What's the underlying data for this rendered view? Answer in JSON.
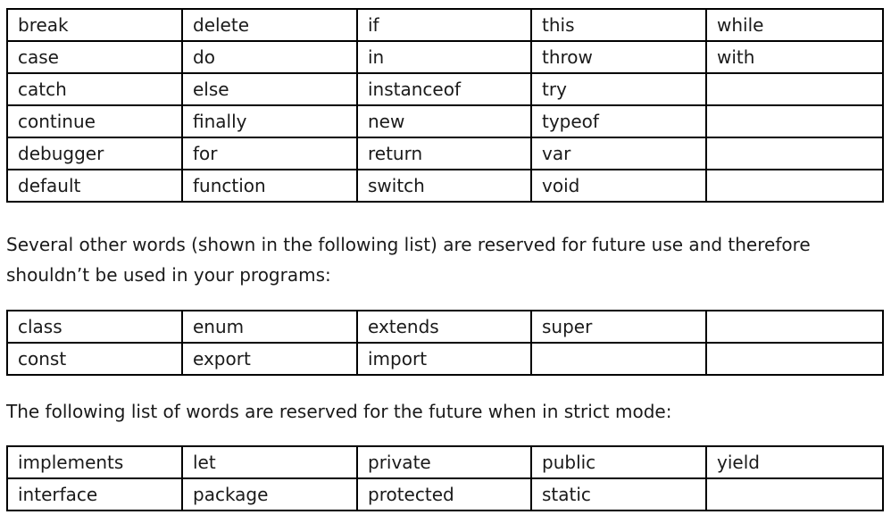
{
  "keywords_table": {
    "rows": [
      [
        "break",
        "delete",
        "if",
        "this",
        "while"
      ],
      [
        "case",
        "do",
        "in",
        "throw",
        "with"
      ],
      [
        "catch",
        "else",
        "instanceof",
        "try",
        ""
      ],
      [
        "continue",
        "finally",
        "new",
        "typeof",
        ""
      ],
      [
        "debugger",
        "for",
        "return",
        "var",
        ""
      ],
      [
        "default",
        "function",
        "switch",
        "void",
        ""
      ]
    ]
  },
  "future_paragraph": "Several other words (shown in the following list) are reserved for future use and therefore shouldn’t be used in your programs:",
  "future_table": {
    "rows": [
      [
        "class",
        "enum",
        "extends",
        "super",
        ""
      ],
      [
        "const",
        "export",
        "import",
        "",
        ""
      ]
    ]
  },
  "strict_paragraph": "The following list of words are reserved for the future when in strict mode:",
  "strict_table": {
    "rows": [
      [
        "implements",
        "let",
        "private",
        "public",
        "yield"
      ],
      [
        "interface",
        "package",
        "protected",
        "static",
        ""
      ]
    ]
  }
}
